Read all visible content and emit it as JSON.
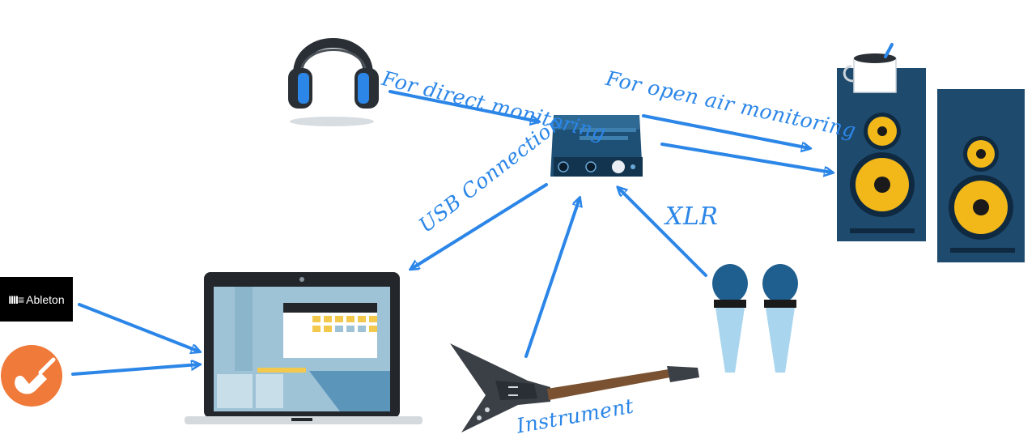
{
  "labels": {
    "direct_monitoring": "For direct monitoring",
    "open_air_monitoring": "For open air monitoring",
    "usb_connection": "USB Connection",
    "xlr": "XLR",
    "instrument": "Instrument"
  },
  "logos": {
    "ableton": "Ableton",
    "ableton_bars": "IIII≡"
  },
  "colors": {
    "arrow": "#2b86e8",
    "speaker_body": "#1e4a6e",
    "speaker_driver": "#f2b81a",
    "interface_body": "#1e4f74",
    "garageband": "#f07a3a"
  }
}
